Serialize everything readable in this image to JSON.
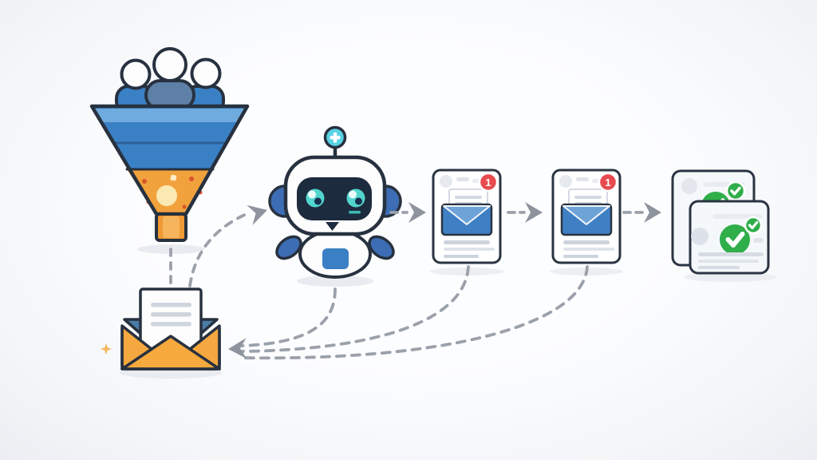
{
  "diagram": {
    "title": "email-automation-workflow-illustration",
    "stages": [
      {
        "id": "leads-funnel",
        "icon": "funnel-with-people-icon",
        "people_count": 3
      },
      {
        "id": "ai-assistant-bot",
        "icon": "robot-icon"
      },
      {
        "id": "email-notification-card-1",
        "icon": "open-email-document-icon",
        "badge": "1"
      },
      {
        "id": "email-notification-card-2",
        "icon": "open-email-document-icon",
        "badge": "1"
      },
      {
        "id": "approved-documents-stack",
        "icon": "checkmark-cards-icon",
        "cards": 2,
        "checks": 4
      },
      {
        "id": "outgoing-email-envelope",
        "icon": "open-envelope-letter-icon"
      }
    ],
    "connectors": [
      {
        "from": "leads-funnel",
        "to": "ai-assistant-bot",
        "style": "dashed-curve-arrow-right"
      },
      {
        "from": "leads-funnel",
        "to": "outgoing-email-envelope",
        "style": "dashed-vertical"
      },
      {
        "from": "ai-assistant-bot",
        "to": "email-notification-card-1",
        "style": "dashed-arrow-right"
      },
      {
        "from": "email-notification-card-1",
        "to": "email-notification-card-2",
        "style": "dashed-arrow-right"
      },
      {
        "from": "email-notification-card-2",
        "to": "approved-documents-stack",
        "style": "dashed-arrow-right"
      },
      {
        "from": "ai-assistant-bot",
        "to": "outgoing-email-envelope",
        "style": "dashed-curve-arrow-left"
      },
      {
        "from": "email-notification-card-1",
        "to": "outgoing-email-envelope",
        "style": "dashed-curve"
      },
      {
        "from": "email-notification-card-2",
        "to": "outgoing-email-envelope",
        "style": "dashed-curve"
      }
    ],
    "colors": {
      "outline": "#27313f",
      "blue_primary": "#3a80c5",
      "blue_muted": "#5e80a6",
      "blue_envelope_flap": "#4a7ba6",
      "orange_primary": "#f2a23c",
      "cream": "#fbe9b4",
      "teal_eyes": "#52d5cd",
      "navy_face": "#1d2b3f",
      "red_badge": "#e84a4e",
      "green_check": "#2fae4a",
      "dash_gray": "#9aa1ab",
      "arrow_gray": "#8d949e",
      "card_gray_line": "#d3d9e2",
      "background": "#f6f7fa"
    }
  }
}
